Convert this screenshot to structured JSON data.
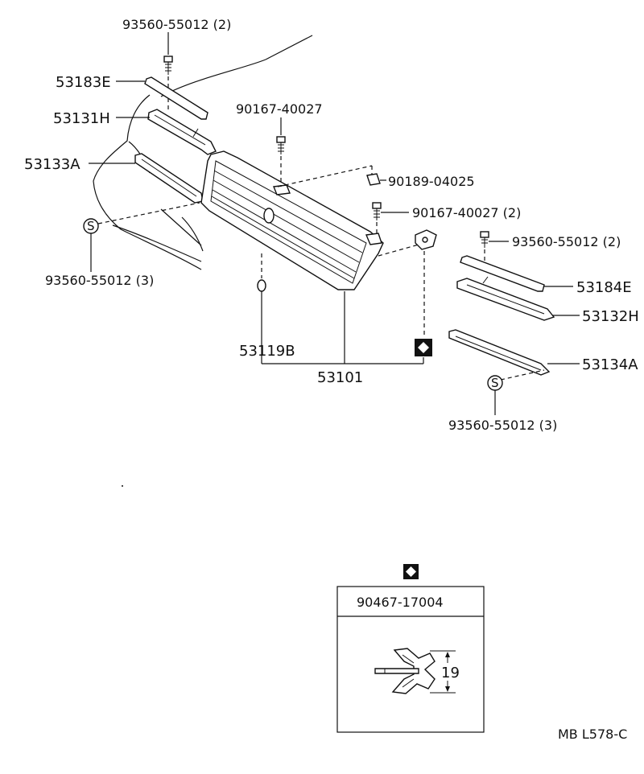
{
  "labels": {
    "screw_top_left": "93560-55012 (2)",
    "part_53183e": "53183E",
    "part_53131h": "53131H",
    "part_53133a": "53133A",
    "bolt_center": "90167-40027",
    "nut_90189": "90189-04025",
    "bolt_right": "90167-40027 (2)",
    "screw_left_s": "93560-55012 (3)",
    "screw_right_top": "93560-55012 (2)",
    "part_53184e": "53184E",
    "part_53132h": "53132H",
    "part_53134a": "53134A",
    "screw_right_s": "93560-55012 (3)",
    "part_53119b": "53119B",
    "part_53101": "53101",
    "clip_part": "90467-17004",
    "clip_dimension": "19",
    "diagram_code": "MB L578-C",
    "s_symbol": "S"
  }
}
